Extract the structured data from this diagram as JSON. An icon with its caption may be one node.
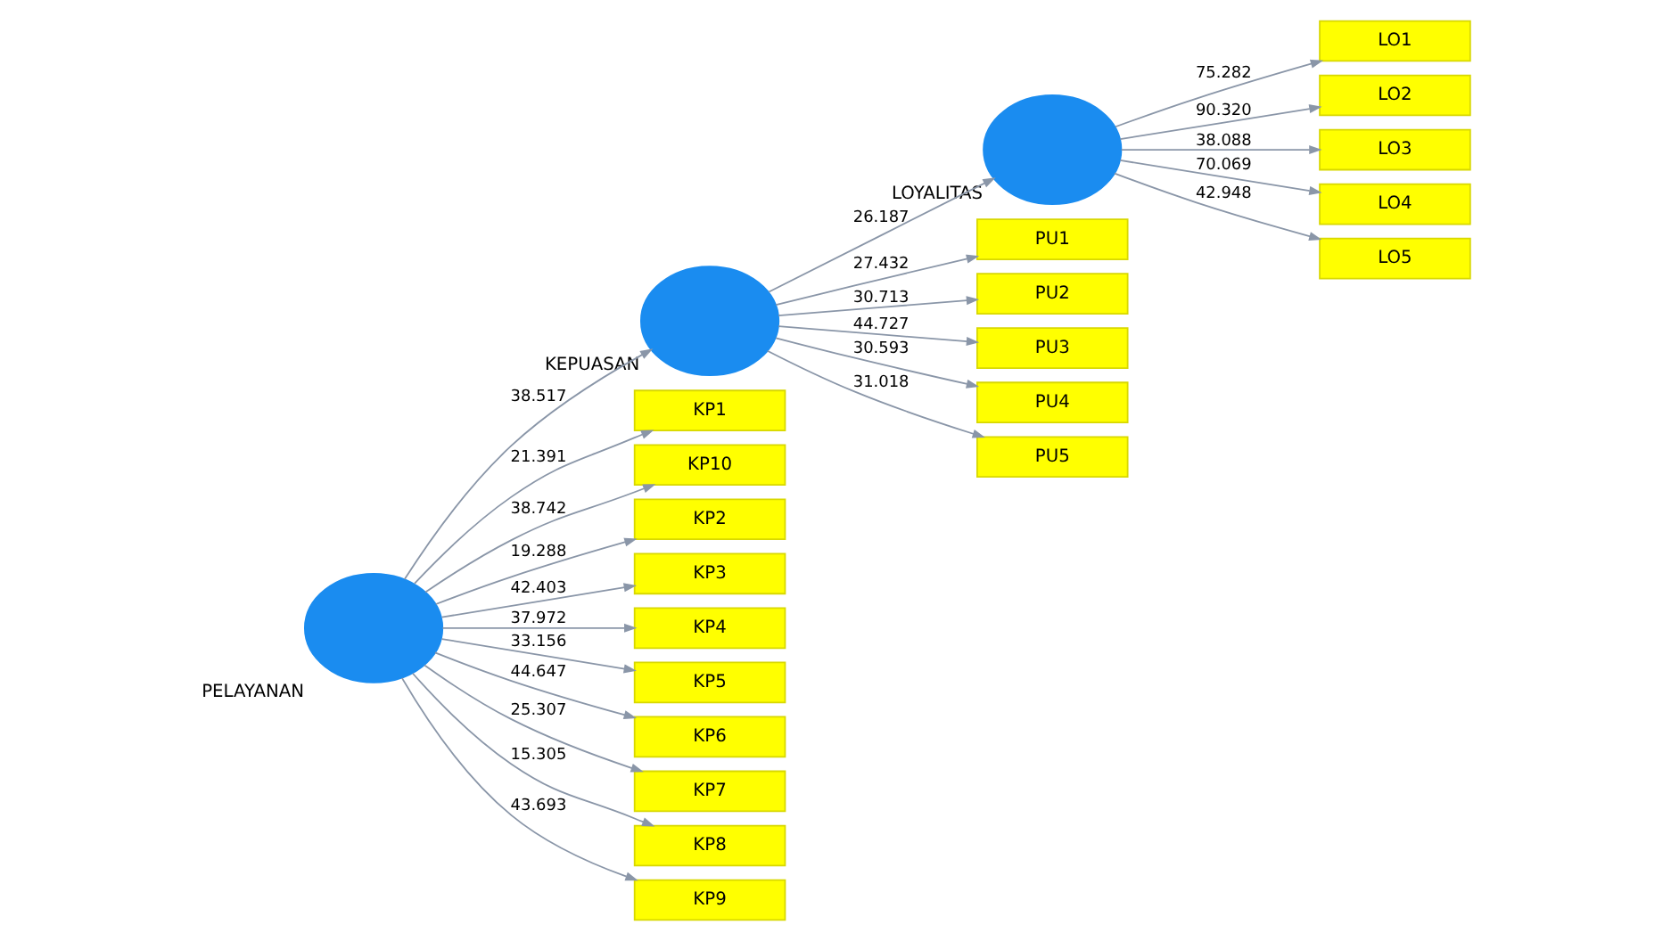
{
  "diagram": {
    "nodes": [
      {
        "text": [
          "KEPUASAN"
        ]
      },
      {
        "text": [
          "PELAYANAN"
        ]
      },
      {
        "text": [
          "LOYALITAS"
        ]
      },
      {
        "text": [
          "PU1"
        ]
      },
      {
        "text": [
          "PU2"
        ]
      },
      {
        "text": [
          "PU3"
        ]
      },
      {
        "text": [
          "PU4"
        ]
      },
      {
        "text": [
          "PU5"
        ]
      },
      {
        "text": [
          "KP1"
        ]
      },
      {
        "text": [
          "KP10"
        ]
      },
      {
        "text": [
          "KP2"
        ]
      },
      {
        "text": [
          "KP3"
        ]
      },
      {
        "text": [
          "KP4"
        ]
      },
      {
        "text": [
          "KP5"
        ]
      },
      {
        "text": [
          "KP6"
        ]
      },
      {
        "text": [
          "KP7"
        ]
      },
      {
        "text": [
          "KP8"
        ]
      },
      {
        "text": [
          "KP9"
        ]
      },
      {
        "text": [
          "LO1"
        ]
      },
      {
        "text": [
          "LO2"
        ]
      },
      {
        "text": [
          "LO3"
        ]
      },
      {
        "text": [
          "LO4"
        ]
      },
      {
        "text": [
          "LO5"
        ]
      }
    ],
    "edges": [
      {
        "from": 0,
        "to": 3,
        "arrow": "to",
        "label": "27.432"
      },
      {
        "from": 0,
        "to": 4,
        "arrow": "to",
        "label": "30.713"
      },
      {
        "from": 0,
        "to": 5,
        "arrow": "to",
        "label": "44.727"
      },
      {
        "from": 0,
        "to": 6,
        "arrow": "to",
        "label": "30.593"
      },
      {
        "from": 0,
        "to": 7,
        "arrow": "to",
        "label": "31.018"
      },
      {
        "from": 1,
        "to": 8,
        "arrow": "to",
        "label": "21.391"
      },
      {
        "from": 1,
        "to": 9,
        "arrow": "to",
        "label": "38.742"
      },
      {
        "from": 1,
        "to": 10,
        "arrow": "to",
        "label": "19.288"
      },
      {
        "from": 1,
        "to": 11,
        "arrow": "to",
        "label": "42.403"
      },
      {
        "from": 1,
        "to": 12,
        "arrow": "to",
        "label": "37.972"
      },
      {
        "from": 1,
        "to": 13,
        "arrow": "to",
        "label": "33.156"
      },
      {
        "from": 1,
        "to": 14,
        "arrow": "to",
        "label": "44.647"
      },
      {
        "from": 1,
        "to": 15,
        "arrow": "to",
        "label": "25.307"
      },
      {
        "from": 1,
        "to": 16,
        "arrow": "to",
        "label": "15.305"
      },
      {
        "from": 1,
        "to": 17,
        "arrow": "to",
        "label": "43.693"
      },
      {
        "from": 1,
        "to": 0,
        "arrow": "to",
        "label": "38.517"
      },
      {
        "from": 0,
        "to": 2,
        "arrow": "to",
        "label": "26.187"
      },
      {
        "from": 2,
        "to": 18,
        "arrow": "to",
        "label": "75.282"
      },
      {
        "from": 2,
        "to": 19,
        "arrow": "to",
        "label": "90.320"
      },
      {
        "from": 2,
        "to": 20,
        "arrow": "to",
        "label": "38.088"
      },
      {
        "from": 2,
        "to": 21,
        "arrow": "to",
        "label": "70.069"
      },
      {
        "from": 2,
        "to": 22,
        "arrow": "to",
        "label": "42.948"
      }
    ]
  }
}
